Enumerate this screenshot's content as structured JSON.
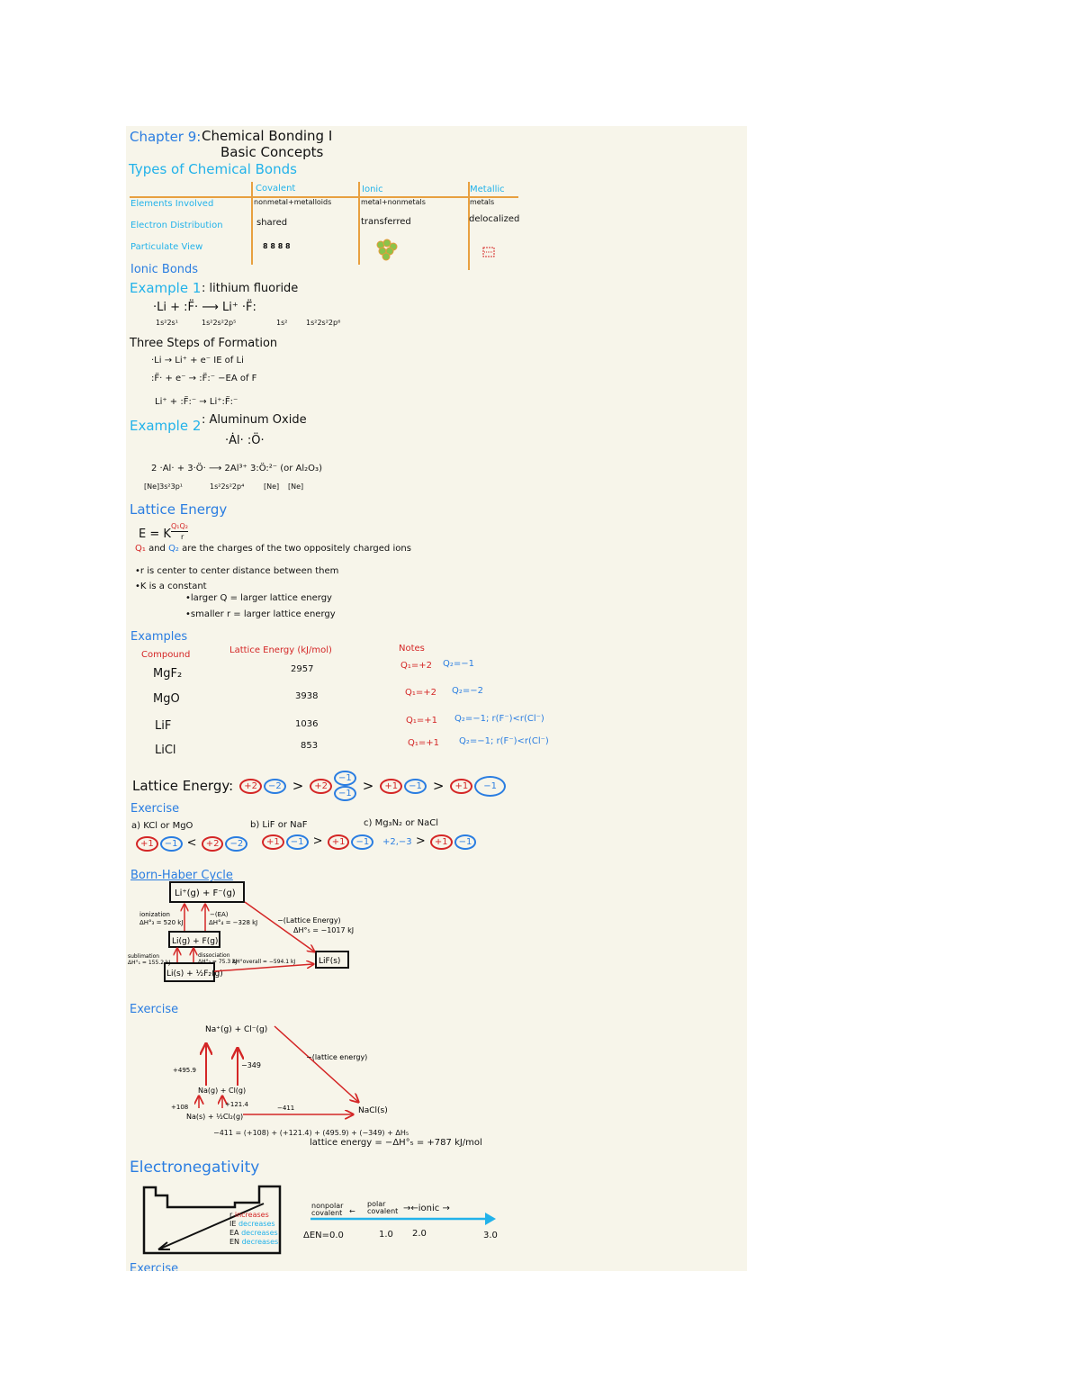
{
  "header": {
    "chapter": "Chapter 9:",
    "title": "Chemical Bonding I",
    "subtitle": "Basic Concepts"
  },
  "bond_types": {
    "heading": "Types of Chemical Bonds",
    "columns": [
      "Covalent",
      "Ionic",
      "Metallic"
    ],
    "rows": [
      {
        "label": "Elements Involved",
        "cells": [
          "nonmetal+metalloids",
          "metal+nonmetals",
          "metals"
        ]
      },
      {
        "label": "Electron Distribution",
        "cells": [
          "shared",
          "transferred",
          "delocalized"
        ]
      },
      {
        "label": "Particulate View",
        "cells": [
          "8 8 8 8",
          "",
          ""
        ]
      }
    ]
  },
  "ionic": {
    "heading": "Ionic Bonds",
    "ex1_label": "Example 1",
    "ex1_title": ": lithium fluoride",
    "ex1_eq": "·Li  +  :F̈·   ⟶   Li⁺  ·F̈:",
    "ex1_configs": [
      "1s²2s¹",
      "1s²2s²2p⁵",
      "1s²",
      "1s²2s²2p⁶"
    ],
    "steps_heading": "Three Steps of Formation",
    "steps": [
      "·Li → Li⁺ + e⁻      IE of Li",
      ":F̈· + e⁻ → :F̈:⁻  −EA of F",
      "Li⁺ + :F̈:⁻ → Li⁺:F̈:⁻"
    ],
    "ex2_label": "Example 2",
    "ex2_title": ": Aluminum Oxide",
    "ex2_dots": "·Ȧl·   :Ö·",
    "ex2_eq": "2 ·Al·  +  3·Ö· ⟶ 2Al³⁺  3:Ö:²⁻  (or Al₂O₃)",
    "ex2_configs": [
      "[Ne]3s²3p¹",
      "1s²2s²2p⁴",
      "[Ne]",
      "[Ne]"
    ]
  },
  "lattice": {
    "heading": "Lattice Energy",
    "formula_left": "E = K",
    "formula_num": "Q₁Q₂",
    "formula_den": "r",
    "bullet1_q1": "Q₁",
    "bullet1_and": " and ",
    "bullet1_q2": "Q₂",
    "bullet1_rest": " are the charges of the two oppositely charged ions",
    "bullet2": "•r is center to center distance between them",
    "bullet3": "•K is a constant",
    "sub1": "•larger Q = larger lattice energy",
    "sub2": "•smaller r = larger lattice energy"
  },
  "examples": {
    "heading": "Examples",
    "columns": [
      "Compound",
      "Lattice Energy (kJ/mol)",
      "Notes"
    ],
    "rows": [
      {
        "compound": "MgF₂",
        "energy": "2957",
        "q1": "Q₁=+2",
        "q2": "Q₂=−1"
      },
      {
        "compound": "MgO",
        "energy": "3938",
        "q1": "Q₁=+2",
        "q2": "Q₂=−2"
      },
      {
        "compound": "LiF",
        "energy": "1036",
        "q1": "Q₁=+1",
        "q2": "Q₂=−1; r(F⁻)<r(Cl⁻)"
      },
      {
        "compound": "LiCl",
        "energy": "853",
        "q1": "Q₁=+1",
        "q2": "Q₂=−1; r(F⁻)<r(Cl⁻)"
      }
    ],
    "order_label": "Lattice Energy:",
    "order": [
      {
        "cation": "+2",
        "anions": [
          "−2"
        ]
      },
      {
        "cation": "+2",
        "anions": [
          "−1",
          "−1"
        ]
      },
      {
        "cation": "+1",
        "anions": [
          "−1"
        ]
      },
      {
        "cation": "+1",
        "anions": [
          "−1"
        ]
      }
    ],
    "gt": ">"
  },
  "exercise1": {
    "heading": "Exercise",
    "a_q": "a) KCl or MgO",
    "a_ans": {
      "left": [
        "+1",
        "−1"
      ],
      "op": "<",
      "right": [
        "+2",
        "−2"
      ]
    },
    "b_q": "b) LiF or NaF",
    "b_ans": {
      "left": [
        "+1",
        "−1"
      ],
      "op": ">",
      "right": [
        "+1",
        "−1"
      ]
    },
    "c_q": "c) Mg₃N₂ or NaCl",
    "c_ans": {
      "left_text": "+2,−3",
      "op": ">",
      "right": [
        "+1",
        "−1"
      ]
    }
  },
  "born_haber": {
    "heading": "Born-Haber Cycle",
    "top_box": "Li⁺(g) + F⁻(g)",
    "mid_box": "Li(g) + F(g)",
    "bottom_box": "Li(s) + ½F₂(g)",
    "product_box": "LiF(s)",
    "ionization": "ionization",
    "ionization_dh": "ΔH°₃ = 520 kJ",
    "ea": "−(EA)",
    "ea_dh": "ΔH°₄ = −328 kJ",
    "lattice": "−(Lattice Energy)",
    "lattice_dh": "ΔH°₅ = −1017 kJ",
    "sublimation": "sublimation",
    "sublimation_dh": "ΔH°₁ = 155.2 kJ",
    "dissociation": "dissociation",
    "dissociation_dh": "ΔH°₂ = 75.3 kJ",
    "overall": "ΔH°overall = −594.1 kJ"
  },
  "exercise2": {
    "heading": "Exercise",
    "top": "Na⁺(g) + Cl⁻(g)",
    "mid": "Na(g) + Cl(g)",
    "bottom": "Na(s) + ½Cl₂(g)",
    "product": "NaCl(s)",
    "v_ie": "+495.9",
    "v_ea": "−349",
    "v_sub": "+108",
    "v_diss": "+121.4",
    "v_overall": "−411",
    "lattice": "−(lattice energy)",
    "equation": "−411 = (+108) + (+121.4) + (495.9) + (−349) + ΔH₅",
    "result": "lattice energy = −ΔH°₅ = +787 kJ/mol"
  },
  "electronegativity": {
    "heading": "Electronegativity",
    "trends": [
      {
        "sym": "r",
        "word": "increases",
        "color": "#d42626"
      },
      {
        "sym": "IE",
        "word": "decreases",
        "color": "#22b2ea"
      },
      {
        "sym": "EA",
        "word": "decreases",
        "color": "#22b2ea"
      },
      {
        "sym": "EN",
        "word": "decreases",
        "color": "#22b2ea"
      }
    ],
    "scale_nonpolar": "nonpolar covalent",
    "scale_polar": "polar covalent",
    "scale_ionic": "←ionic →",
    "ticks": [
      "ΔEN=0.0",
      "1.0",
      "2.0",
      "3.0"
    ]
  },
  "exercise3": {
    "heading": "Exercise"
  },
  "colors": {
    "paper": "#f7f5ea",
    "blue": "#2a7de1",
    "cyan": "#22b2ea",
    "red": "#d42626",
    "orange": "#e8a040"
  }
}
